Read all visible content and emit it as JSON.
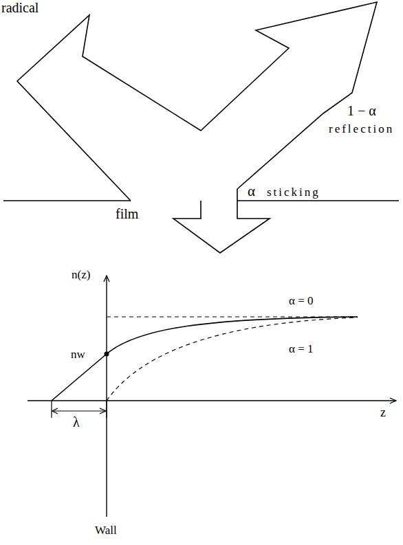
{
  "diagram": {
    "labels": [
      "radical",
      "1 − α",
      "reflection",
      "α",
      "sticking",
      "film",
      "n(z)",
      "α = 0",
      "α = 1",
      "nw",
      "z",
      "λ",
      "Wall"
    ]
  }
}
